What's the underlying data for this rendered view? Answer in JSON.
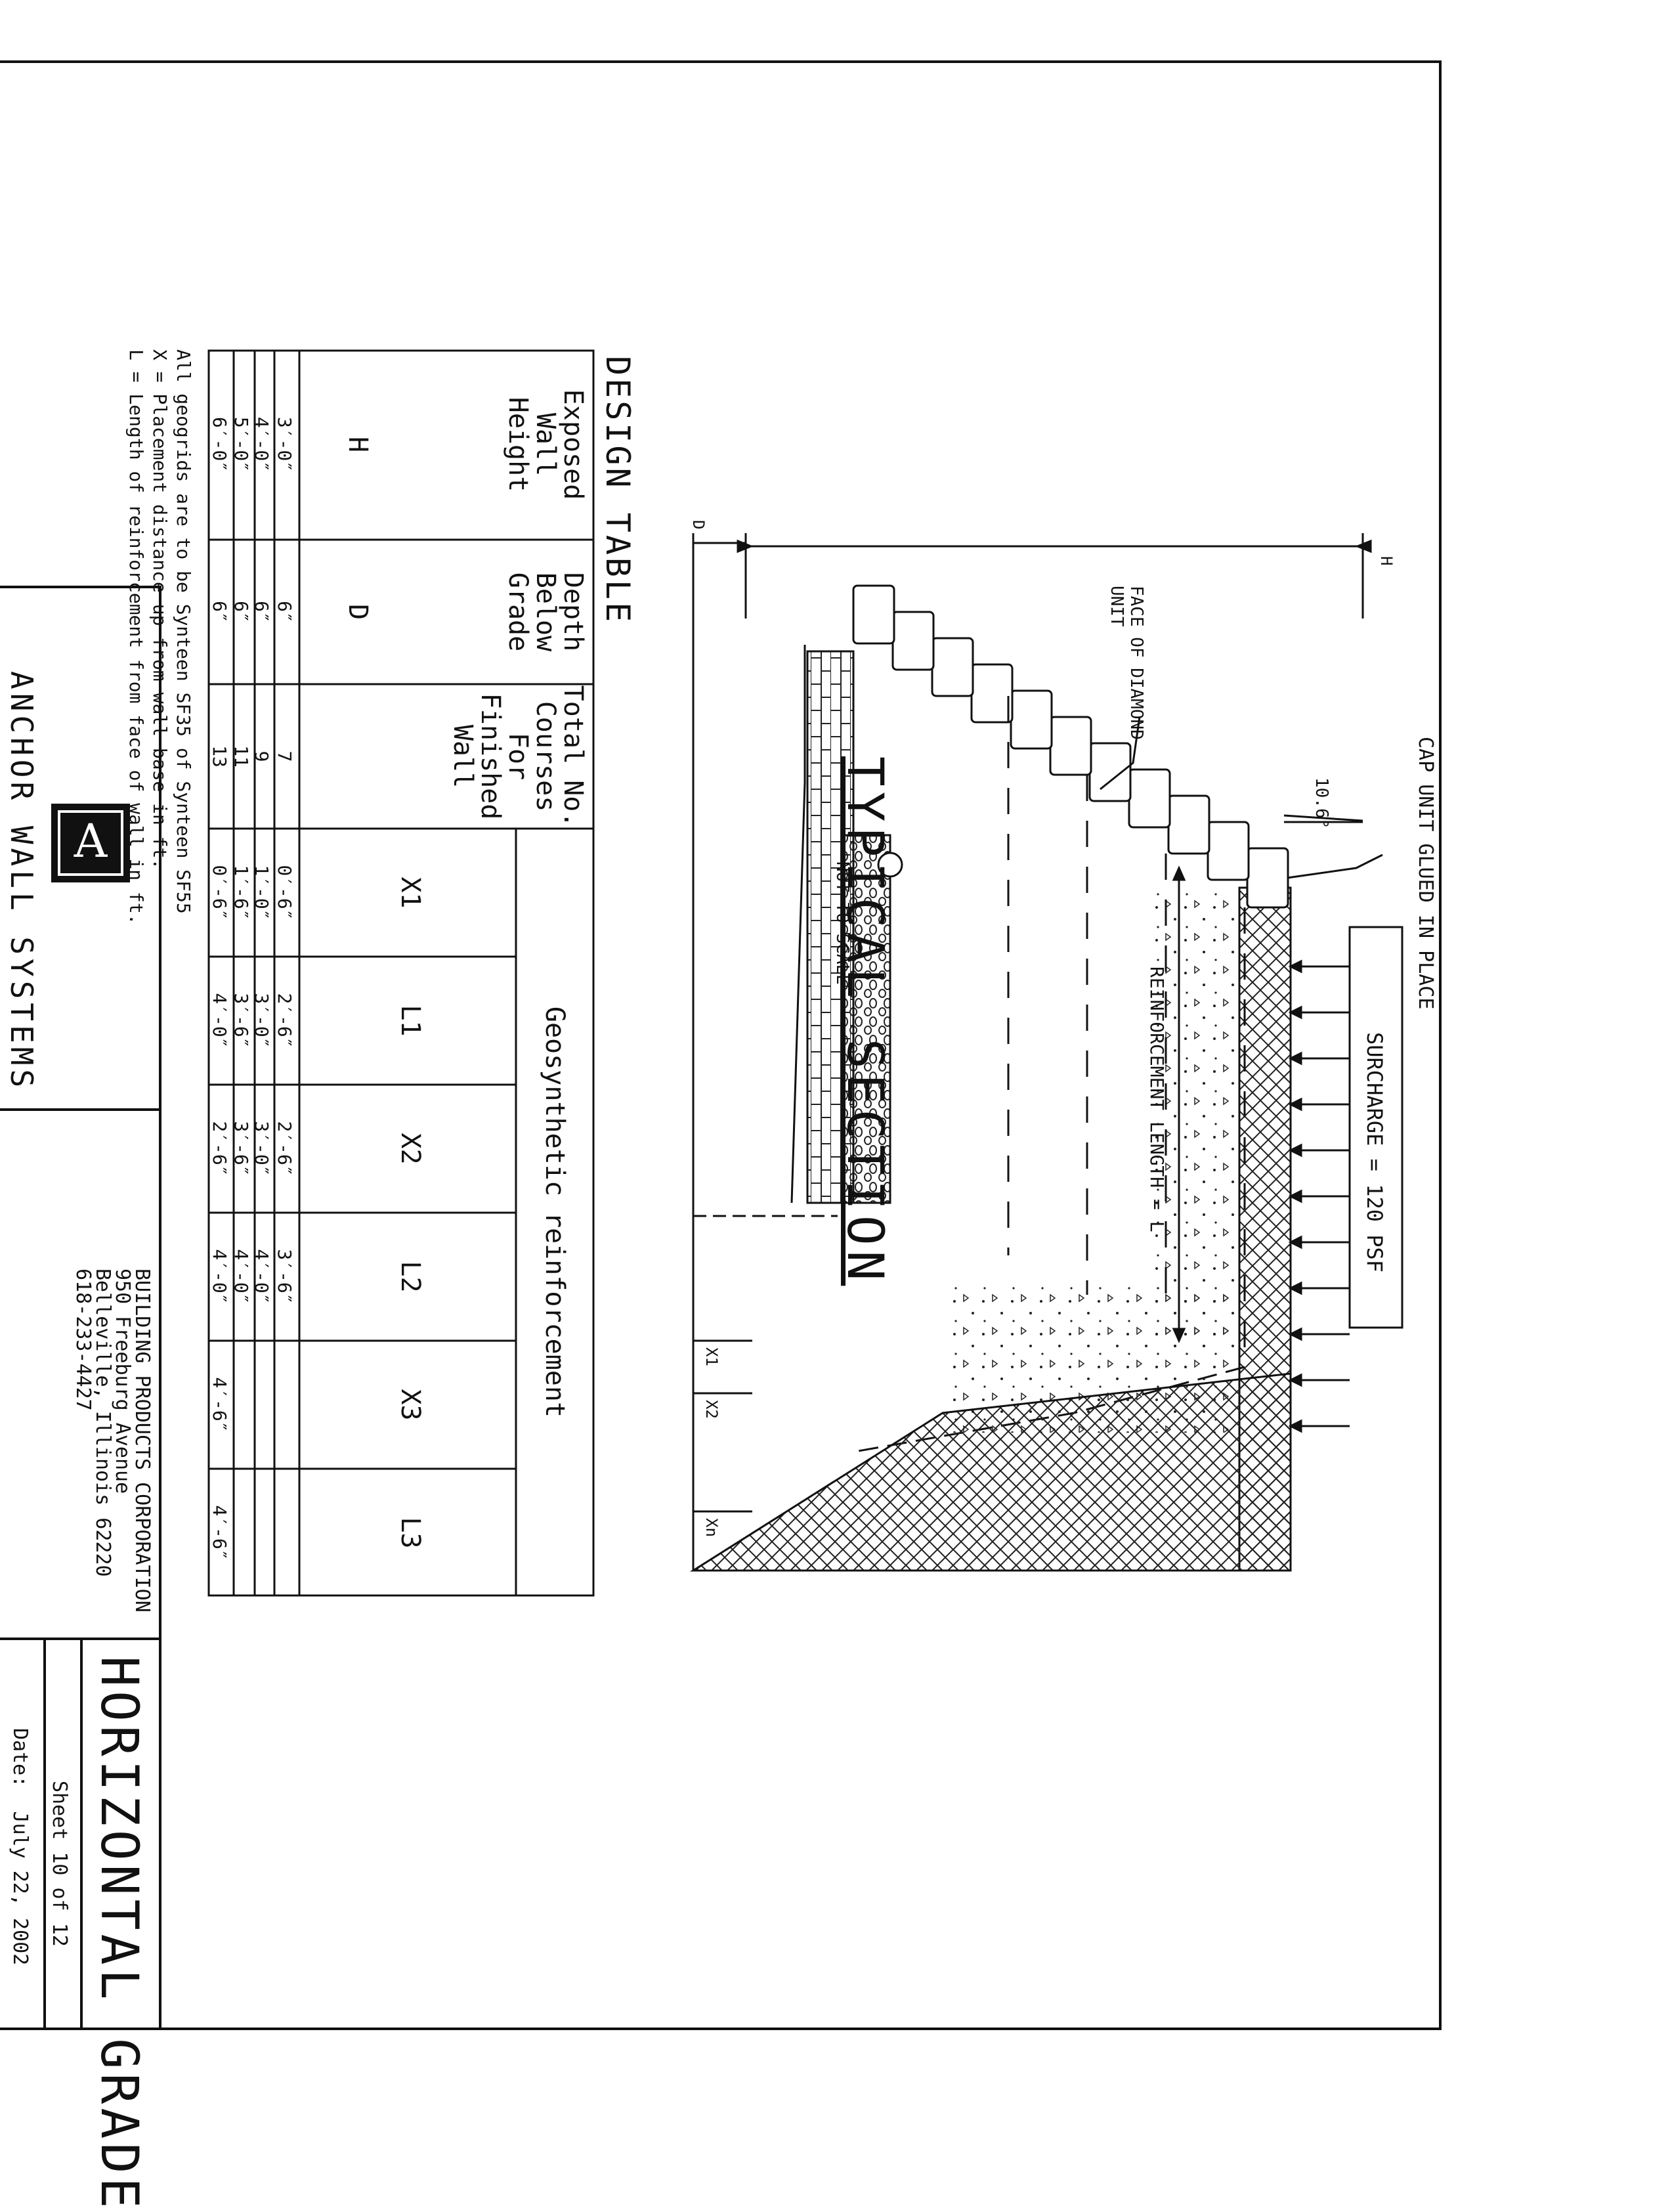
{
  "drawing": {
    "section_title": "TYPICAL SECTION",
    "section_subtitle": "NOT TO SCALE",
    "labels": {
      "cap_unit": "CAP UNIT GLUED IN PLACE",
      "surcharge": "SURCHARGE = 120 PSF",
      "face_of_diamond": "FACE OF DIAMOND\nUNIT",
      "angle": "10.6°",
      "reinforcement_length": "REINFORCEMENT LENGTH = L",
      "dim_h": "H",
      "dim_d": "D",
      "dim_x1": "X1",
      "dim_x2": "X2",
      "dim_xn": "Xn"
    }
  },
  "design_table": {
    "title": "DESIGN TABLE",
    "headers": {
      "h": "Exposed\nWall\nHeight",
      "h_sym": "H",
      "d": "Depth\nBelow\nGrade",
      "d_sym": "D",
      "courses": "Total No.\nCourses\nFor\nFinished\nWall",
      "geo": "Geosynthetic reinforcement",
      "x1": "X1",
      "l1": "L1",
      "x2": "X2",
      "l2": "L2",
      "x3": "X3",
      "l3": "L3"
    },
    "rows": [
      {
        "h": "3′-0″",
        "d": "6″",
        "courses": "7",
        "x1": "0′-6″",
        "l1": "2′-6″",
        "x2": "2′-6″",
        "l2": "3′-6″",
        "x3": "",
        "l3": ""
      },
      {
        "h": "4′-0″",
        "d": "6″",
        "courses": "9",
        "x1": "1′-0″",
        "l1": "3′-0″",
        "x2": "3′-0″",
        "l2": "4′-0″",
        "x3": "",
        "l3": ""
      },
      {
        "h": "5′-0″",
        "d": "6″",
        "courses": "11",
        "x1": "1′-6″",
        "l1": "3′-6″",
        "x2": "3′-6″",
        "l2": "4′-0″",
        "x3": "",
        "l3": ""
      },
      {
        "h": "6′-0″",
        "d": "6″",
        "courses": "13",
        "x1": "0′-6″",
        "l1": "4′-0″",
        "x2": "2′-6″",
        "l2": "4′-0″",
        "x3": "4′-6″",
        "l3": "4′-6″"
      }
    ],
    "notes": [
      "All geogrids are to be Synteen SF35 of Synteen SF55",
      "X = Placement distance up from wall base in ft.",
      "L = Length of reinforcement from face of wall in ft."
    ]
  },
  "title_block": {
    "company": "ANCHOR WALL SYSTEMS",
    "logo_text": "A",
    "distributor": [
      "BUILDING PRODUCTS CORPORATION",
      "950 Freeburg Avenue",
      "Belleville, Illinois 62220",
      "618-233-4427"
    ],
    "drawing_title": "HORIZONTAL GRADE",
    "sheet": "Sheet 10 of 12",
    "date": "Date:  July 22, 2002"
  }
}
